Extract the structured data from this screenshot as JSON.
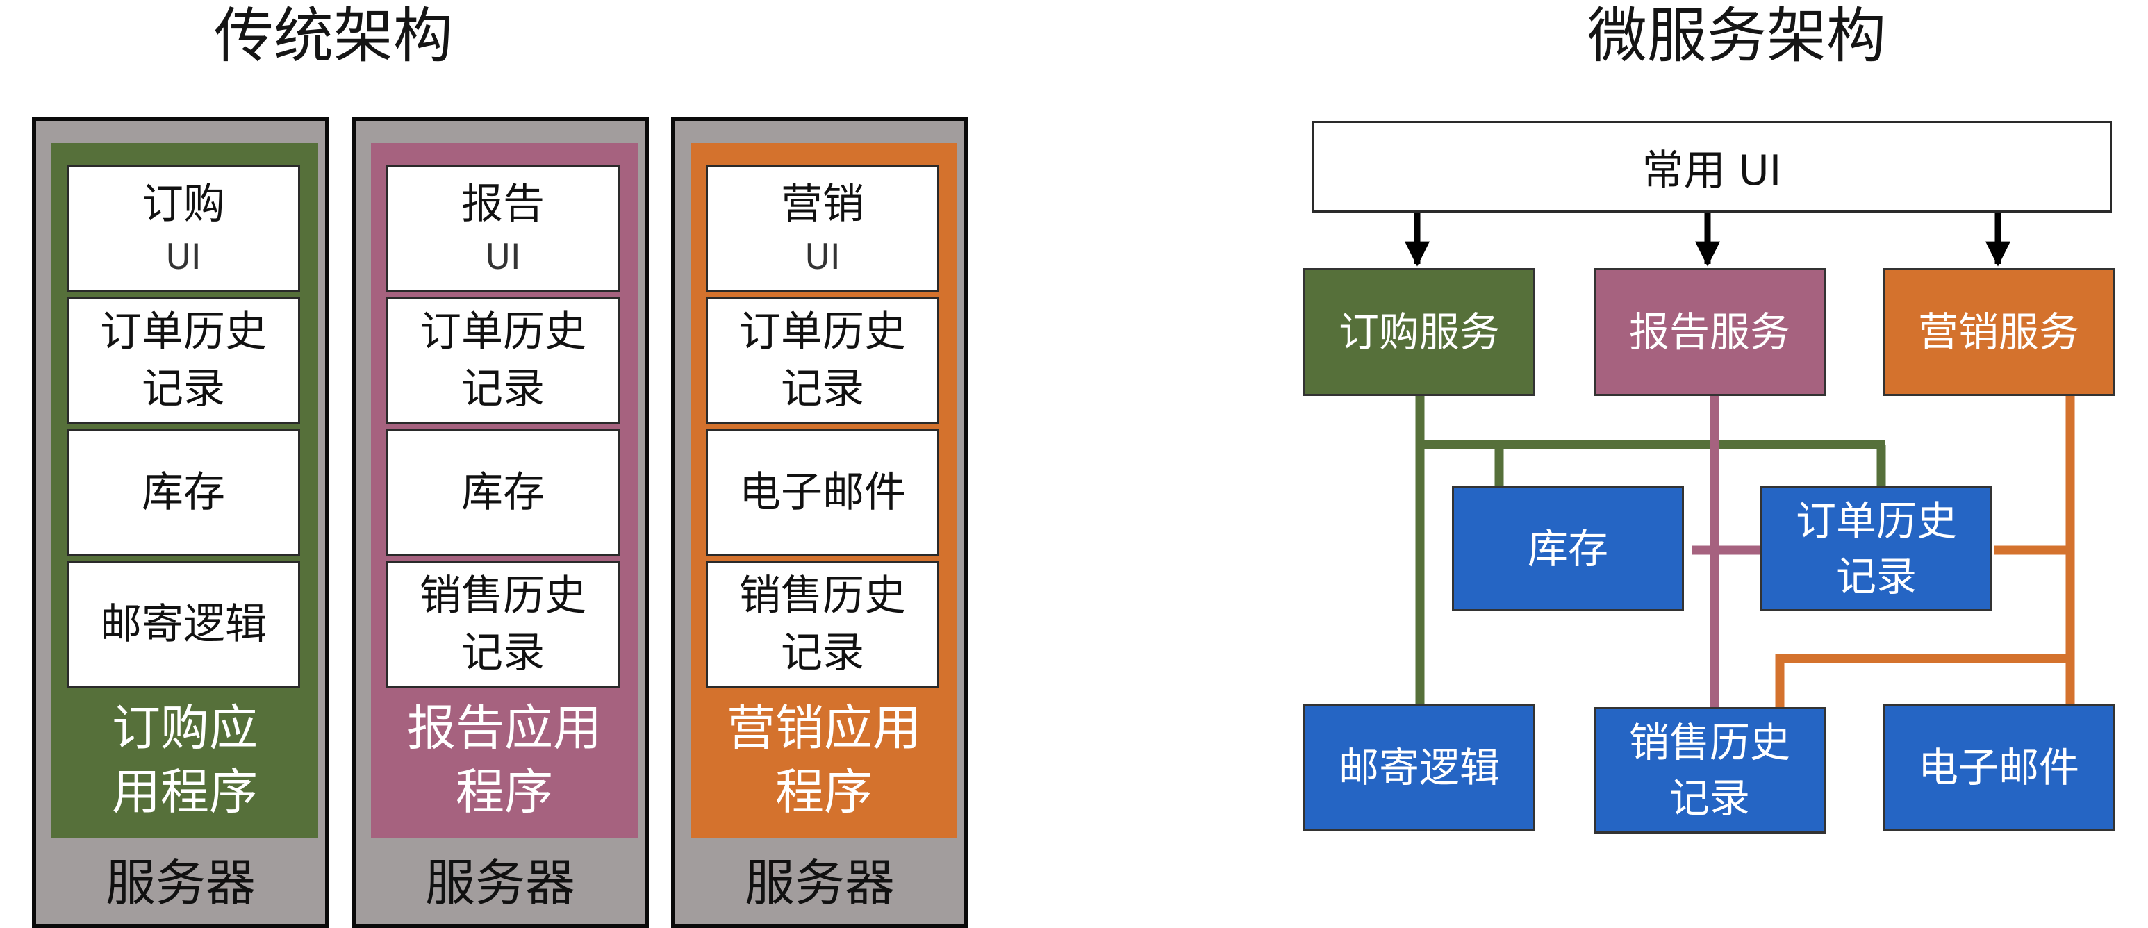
{
  "traditional": {
    "title": "传统架构",
    "columns": [
      {
        "modules": [
          {
            "line1": "订购",
            "line2": "UI"
          },
          {
            "line1": "订单历史",
            "line2": "记录"
          },
          {
            "line1": "库存",
            "line2": ""
          },
          {
            "line1": "邮寄逻辑",
            "line2": ""
          }
        ],
        "app_label": {
          "line1": "订购应",
          "line2": "用程序"
        },
        "server_label": "服务器"
      },
      {
        "modules": [
          {
            "line1": "报告",
            "line2": "UI"
          },
          {
            "line1": "订单历史",
            "line2": "记录"
          },
          {
            "line1": "库存",
            "line2": ""
          },
          {
            "line1": "销售历史",
            "line2": "记录"
          }
        ],
        "app_label": {
          "line1": "报告应用",
          "line2": "程序"
        },
        "server_label": "服务器"
      },
      {
        "modules": [
          {
            "line1": "营销",
            "line2": "UI"
          },
          {
            "line1": "订单历史",
            "line2": "记录"
          },
          {
            "line1": "电子邮件",
            "line2": ""
          },
          {
            "line1": "销售历史",
            "line2": "记录"
          }
        ],
        "app_label": {
          "line1": "营销应用",
          "line2": "程序"
        },
        "server_label": "服务器"
      }
    ]
  },
  "microservices": {
    "title": "微服务架构",
    "common_ui": "常用 UI",
    "services": {
      "ordering": "订购服务",
      "reporting": "报告服务",
      "marketing": "营销服务"
    },
    "components": {
      "inventory": {
        "line1": "库存",
        "line2": ""
      },
      "order_history": {
        "line1": "订单历史",
        "line2": "记录"
      },
      "shipping": {
        "line1": "邮寄逻辑",
        "line2": ""
      },
      "sales_history": {
        "line1": "销售历史",
        "line2": "记录"
      },
      "email": {
        "line1": "电子邮件",
        "line2": ""
      }
    }
  },
  "colors": {
    "ordering_green": "#56703a",
    "reporting_pink": "#a6627f",
    "marketing_orange": "#d4722d",
    "component_blue": "#2565c4",
    "server_gray": "#a29d9d"
  }
}
